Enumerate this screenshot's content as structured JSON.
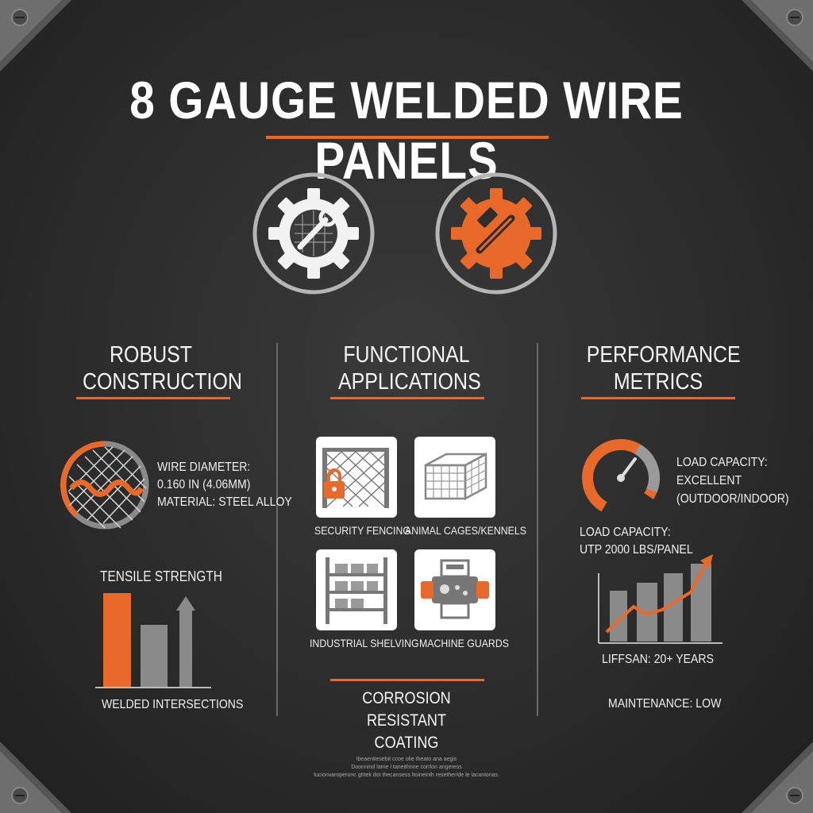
{
  "title": "8 GAUGE WELDED WIRE PANELS",
  "columns": {
    "left": {
      "title_line1": "ROBUST",
      "title_line2": "CONSTRUCTION",
      "spec_line1": "WIRE DIAMETER:",
      "spec_line2": "0.160 IN (4.06MM)",
      "spec_line3": "MATERIAL: STEEL ALLOY",
      "chart_label": "TENSILE STRENGTH",
      "chart_caption": "WELDED INTERSECTIONS"
    },
    "middle": {
      "title_line1": "FUNCTIONAL",
      "title_line2": "APPLICATIONS",
      "tiles": [
        {
          "label": "SECURITY FENCING",
          "icon": "fence-lock-icon"
        },
        {
          "label": "ANIMAL CAGES/KENNELS",
          "icon": "cage-icon"
        },
        {
          "label": "INDUSTRIAL SHELVING",
          "icon": "shelving-icon"
        },
        {
          "label": "MACHINE GUARDS",
          "icon": "machine-guard-icon"
        }
      ],
      "feature_line1": "CORROSION RESISTANT",
      "feature_line2": "COATING"
    },
    "right": {
      "title_line1": "PERFORMANCE",
      "title_line2": "METRICS",
      "gauge_label_line1": "LOAD CAPACITY:",
      "gauge_label_line2": "EXCELLENT",
      "gauge_label_line3": "(OUTDOOR/INDOOR)",
      "load_line1": "LOAD CAPACITY:",
      "load_line2": "UTP 2000 LBS/PANEL",
      "lifespan": "LIFFSAN: 20+ YEARS",
      "maintenance": "MAINTENANCE: LOW"
    }
  },
  "footer": {
    "line1": "Ibeaentiesebit ccoe olie theato ana aegis",
    "line2": "Doonnind lame l taneithnne corrlon angeress",
    "line3": "Iucionvaroperonc ghtek dot thecansess ltoineinth resether/de le lacanionas."
  },
  "icons": {
    "hero_left": "gear-wrench-mesh-icon",
    "hero_right": "gear-hammer-wrench-icon",
    "mesh_badge": "wire-mesh-badge-icon",
    "gauge": "speedometer-gauge-icon"
  },
  "colors": {
    "accent": "#e8692a",
    "background": "#2c2c2c",
    "gray": "#8a8a8a",
    "text": "#f2f2f2"
  }
}
